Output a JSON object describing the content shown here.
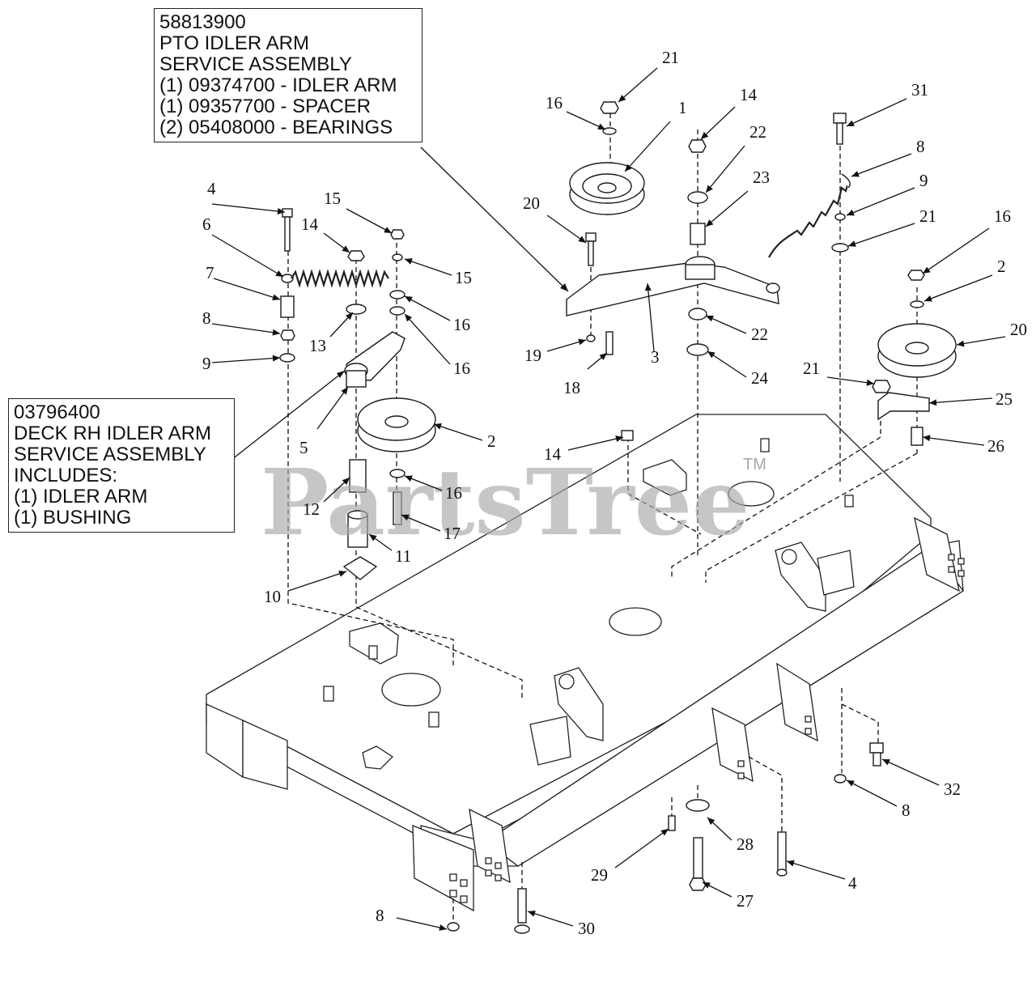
{
  "callouts": {
    "pto_idler": {
      "lines": [
        "58813900",
        "PTO IDLER ARM",
        "SERVICE ASSEMBLY",
        "(1) 09374700 - IDLER ARM",
        "(1) 09357700 - SPACER",
        "(2) 05408000 - BEARINGS"
      ]
    },
    "deck_rh_idler": {
      "lines": [
        "03796400",
        "DECK RH IDLER ARM",
        "SERVICE ASSEMBLY",
        "INCLUDES:",
        "(1) IDLER ARM",
        "(1) BUSHING"
      ]
    }
  },
  "watermark": {
    "text": "PartsTree",
    "mark": "TM"
  },
  "part_numbers": [
    "21",
    "16",
    "1",
    "14",
    "22",
    "23",
    "20",
    "31",
    "8",
    "9",
    "21",
    "16",
    "2",
    "20",
    "3",
    "22",
    "24",
    "19",
    "18",
    "21",
    "25",
    "26",
    "4",
    "6",
    "7",
    "8",
    "9",
    "15",
    "14",
    "15",
    "16",
    "16",
    "13",
    "5",
    "2",
    "12",
    "16",
    "17",
    "11",
    "10",
    "14",
    "32",
    "8",
    "28",
    "29",
    "27",
    "4",
    "30",
    "8"
  ]
}
